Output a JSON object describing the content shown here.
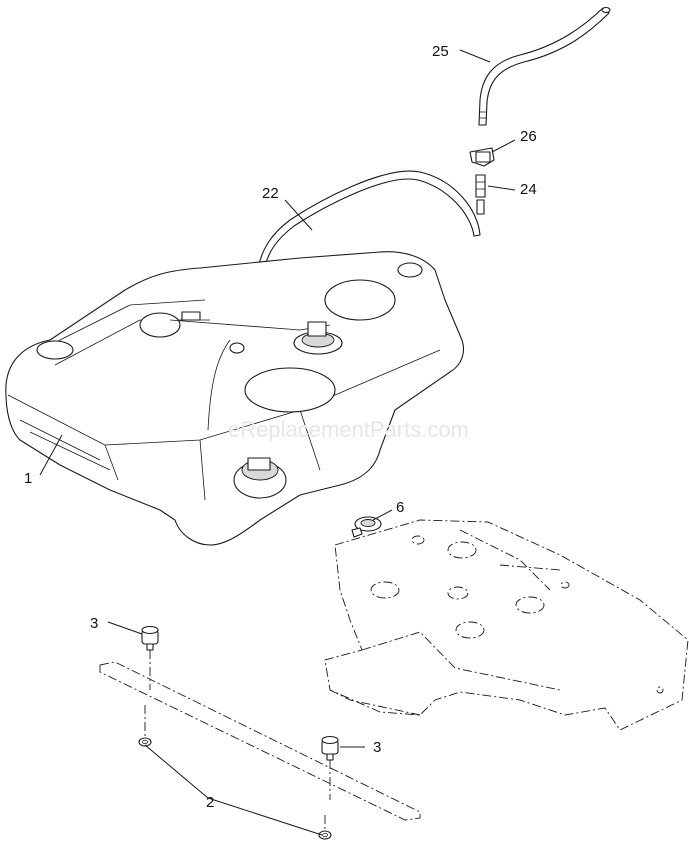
{
  "watermark": "eReplacementParts.com",
  "callouts": {
    "c1": "1",
    "c2": "2",
    "c3a": "3",
    "c3b": "3",
    "c6": "6",
    "c22": "22",
    "c24": "24",
    "c25": "25",
    "c26": "26"
  }
}
